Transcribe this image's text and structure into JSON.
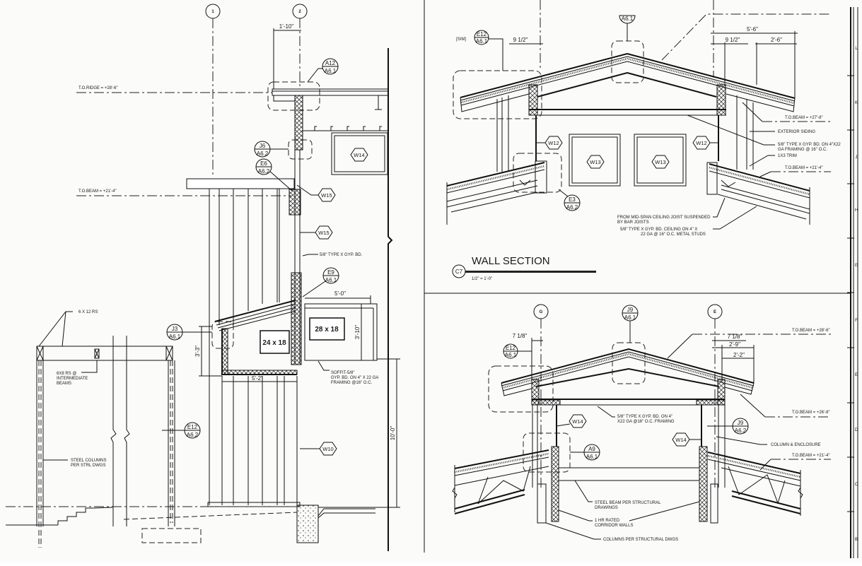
{
  "border_letters": [
    "L",
    "K",
    "J",
    "H",
    "G",
    "F",
    "E",
    "D",
    "C",
    "B"
  ],
  "left_section": {
    "grid_1": "1",
    "grid_2": "2",
    "dim_top": "1'-10\"",
    "to_ridge": "T.O.RIDGE = +28'-6\"",
    "to_beam": "T.O.BEAM = +21'-4\"",
    "tags": [
      {
        "top": "A12",
        "bottom": "A6.1"
      },
      {
        "top": "J6",
        "bottom": "A6.2"
      },
      {
        "top": "E6",
        "bottom": "A6.2"
      },
      {
        "top": "E9",
        "bottom": "A6.1"
      },
      {
        "top": "J3",
        "bottom": "A6.1"
      },
      {
        "top": "E12",
        "bottom": "A6.2"
      }
    ],
    "windows": [
      "W14",
      "W15",
      "W15",
      "W10"
    ],
    "note_gyp": "5/8\" TYPE X GYP. BD.",
    "opening_1": "24 x 18",
    "opening_2": "28 x 18",
    "dim_5_0": "5'-0\"",
    "dim_3_10": "3'-10\"",
    "dim_3_3": "3'-3\"",
    "dim_5_2": "5'-2\"",
    "dim_10_0": "10'-0\"",
    "soffit_note": [
      "SOFFIT-5/8\"",
      "GYP. BD. ON 4\" X 22 GA",
      "FRAMING @16\" O.C."
    ],
    "beam_note": "6 X 12 RS",
    "intermediate_note": [
      "6X8 RS @",
      "INTERMEDIATE",
      "BEAMS"
    ],
    "column_note": [
      "STEEL COLUMNS",
      "PER STRL DWGS"
    ]
  },
  "wall_section": {
    "title": "WALL SECTION",
    "detail_id": "C7",
    "scale": "1/2\" = 1'-0\"",
    "sim_label": "[SIM]",
    "tags": [
      {
        "top": "E12",
        "bottom": "A6.1"
      },
      {
        "top": "E3",
        "bottom": "A6.2"
      },
      {
        "top": "",
        "bottom": "A6.1"
      }
    ],
    "windows": [
      "W12",
      "W13",
      "W13",
      "W12"
    ],
    "dim_left": "9 1/2\"",
    "dim_5_6": "5'-6\"",
    "dim_right": "9 1/2\"",
    "dim_2_6": "2'-6\"",
    "to_beam_upper": "T.O.BEAM = +27'-8\"",
    "exterior_siding": "EXTERIOR SIDING",
    "gyp_note": [
      "5/8\" TYPE X GYP. BD. ON 4\"X22",
      "GA FRAMING @ 16\" O.C."
    ],
    "trim_note": "1X3 TRIM",
    "to_beam_lower": "T.O.BEAM = +21'-4\"",
    "joist_note": [
      "FROM MID-SPAN CEILING JOIST SUSPENDED",
      "BY BAR JOISTS"
    ],
    "ceiling_note": [
      "5/8\" TYPE X GYP. BD. CEILING ON 4\" X",
      "22 GA @ 16\" O.C. METAL STUDS"
    ]
  },
  "corridor_section": {
    "grid_g": "G",
    "grid_e": "E",
    "tags": [
      {
        "top": "J9",
        "bottom": "A6.1"
      },
      {
        "top": "E12",
        "bottom": "A6.1"
      },
      {
        "top": "J9",
        "bottom": "A6.2"
      },
      {
        "top": "A9",
        "bottom": "A6.1"
      }
    ],
    "windows": [
      "W14",
      "W14"
    ],
    "dim_left": "7 1/8\"",
    "dim_right": "7 1/8\"",
    "dim_2_9": "2'-9\"",
    "dim_2_2": "2'-2\"",
    "to_beam_top": "T.O.BEAM = +28'-6\"",
    "to_beam_mid": "T.O.BEAM = +26'-8\"",
    "to_beam_low": "T.O.BEAM = +21'-4\"",
    "gyp_note": [
      "5/8\" TYPE X GYP. BD. ON 4\"",
      "X22 GA @16\" O.C. FRAMING"
    ],
    "column_enclosure": "COLUMN & ENCLOSURE",
    "steel_beam_note": [
      "STEEL BEAM PER STRUCTURAL",
      "DRAWINGS"
    ],
    "corridor_walls_note": [
      "1 HR RATED",
      "CORRIDOR WALLS"
    ],
    "columns_note": "COLUMNS PER STRUCTURAL DWGS"
  }
}
